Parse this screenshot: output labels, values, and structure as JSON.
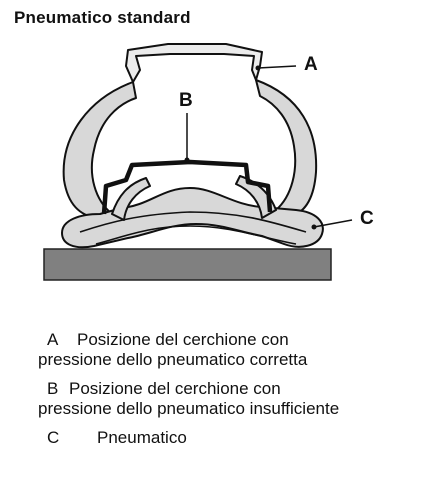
{
  "title": "Pneumatico standard",
  "callouts": {
    "a": "A",
    "b": "B",
    "c": "C"
  },
  "legend": [
    {
      "letter": "A",
      "line1": "Posizione del cerchione con",
      "line2": "pressione dello pneumatico corretta"
    },
    {
      "letter": "B",
      "line1": "Posizione del cerchione con",
      "line2": "pressione dello pneumatico insufficiente"
    },
    {
      "letter": "C",
      "line1": "Pneumatico",
      "line2": ""
    }
  ],
  "colors": {
    "tire_fill": "#d8d8d8",
    "outline": "#111111",
    "ground": "#808080",
    "background": "#ffffff"
  }
}
